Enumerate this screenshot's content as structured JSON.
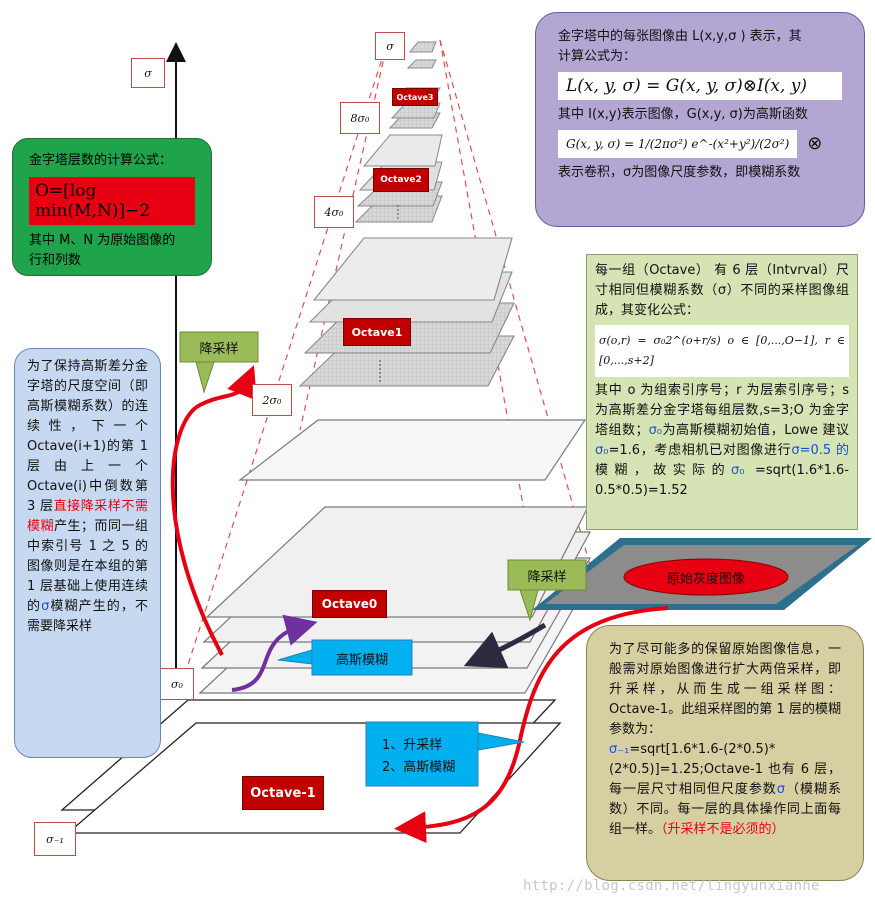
{
  "axis": {
    "top_label": "σ",
    "sigma0_label": "σ₀",
    "sigma_minus1_label": "σ₋₁",
    "two_sigma_label": "2σ₀",
    "four_sigma_label": "4σ₀",
    "eight_sigma_label": "8σ₀",
    "top_stack_label": "σ"
  },
  "octaves": {
    "octave_minus1": "Octave-1",
    "octave0": "Octave0",
    "octave1": "Octave1",
    "octave2": "Octave2",
    "octave3": "Octave3"
  },
  "green_box": {
    "title": "金字塔层数的计算公式：",
    "formula": "O=[log min(M,N)]−2",
    "note_line1": "其中 M、N 为原始图像的",
    "note_line2": "行和列数"
  },
  "purple_box": {
    "line1": "金字塔中的每张图像由 L(x,y,σ ) 表示，其",
    "line2": "计算公式为：",
    "formula1": "L(x, y, σ) = G(x, y, σ)⊗I(x, y)",
    "line3": "其中 I(x,y)表示图像，G(x,y, σ)为高斯函数",
    "formula2": "G(x, y, σ) = 1/(2πσ²) e^-(x²+y²)/(2σ²)",
    "conv_symbol": "⊗",
    "line4": "表示卷积，σ为图像尺度参数，即模糊系数"
  },
  "olive_box": {
    "line1": "每一组（Octave） 有 6 层（Intvrval）尺寸相同但模糊系数（σ）不同的采样图像组成，其变化公式：",
    "formula": "σ(o,r) = σ₀2^(o+r/s)    o ∈ [0,...,O−1], r ∈ [0,...,s+2]",
    "line2": "其中 o 为组索引序号；r 为层索引序号；s 为高斯差分金字塔每组层数,s=3;O 为金字塔组数；",
    "sigma0_a": "σ₀",
    "line3": "为高斯模糊初始值，Lowe 建议",
    "sigma0_b": "σ₀",
    "line4": "=1.6，考虑相机已对图像进行",
    "sigma05": "σ=0.5 的",
    "line5": "模糊，故实际的",
    "sigma0_c": "σ₀",
    "line6": " =sqrt(1.6*1.6-0.5*0.5)=1.52"
  },
  "blue_left_box": {
    "text_a": "为了保持高斯差分金字塔的尺度空间（即高斯模糊系数）的连续性，下一个Octave(i+1)的第 1 层由上一个 Octave(i)中倒数第 3 层",
    "text_red": "直接降采样不需模糊",
    "text_b": "产生；而同一组中索引号 1 之 5 的图像则是在本组的第 1 层基础上使用连续的",
    "sigma": "σ",
    "text_c": "模糊产生的，不需要降采样"
  },
  "tan_box": {
    "text_a": "为了尽可能多的保留原始图像信息，一般需对原始图像进行扩大两倍采样，即升采样，从而生成一组采样图：Octave-1。此组采样图的第 1 层的模糊参数为：",
    "sigma_m1": "σ₋₁",
    "text_b": "=sqrt[1.6*1.6-(2*0.5)*(2*0.5)]=1.25;Octave-1 也有 6 层，每一层尺寸相同但尺度参数",
    "sigma": "σ",
    "text_c": "（模糊系数）不同。每一层的具体操作同上面每组一样。",
    "text_red": "（升采样不是必须的）"
  },
  "callouts": {
    "downsample_upper": "降采样",
    "downsample_lower": "降采样",
    "gaussian_blur": "高斯模糊",
    "upsample_line1": "1、升采样",
    "upsample_line2": "2、高斯模糊",
    "original_image": "原始灰度图像"
  },
  "watermark": "http://blog.csdn.net/lingyunxianhe"
}
